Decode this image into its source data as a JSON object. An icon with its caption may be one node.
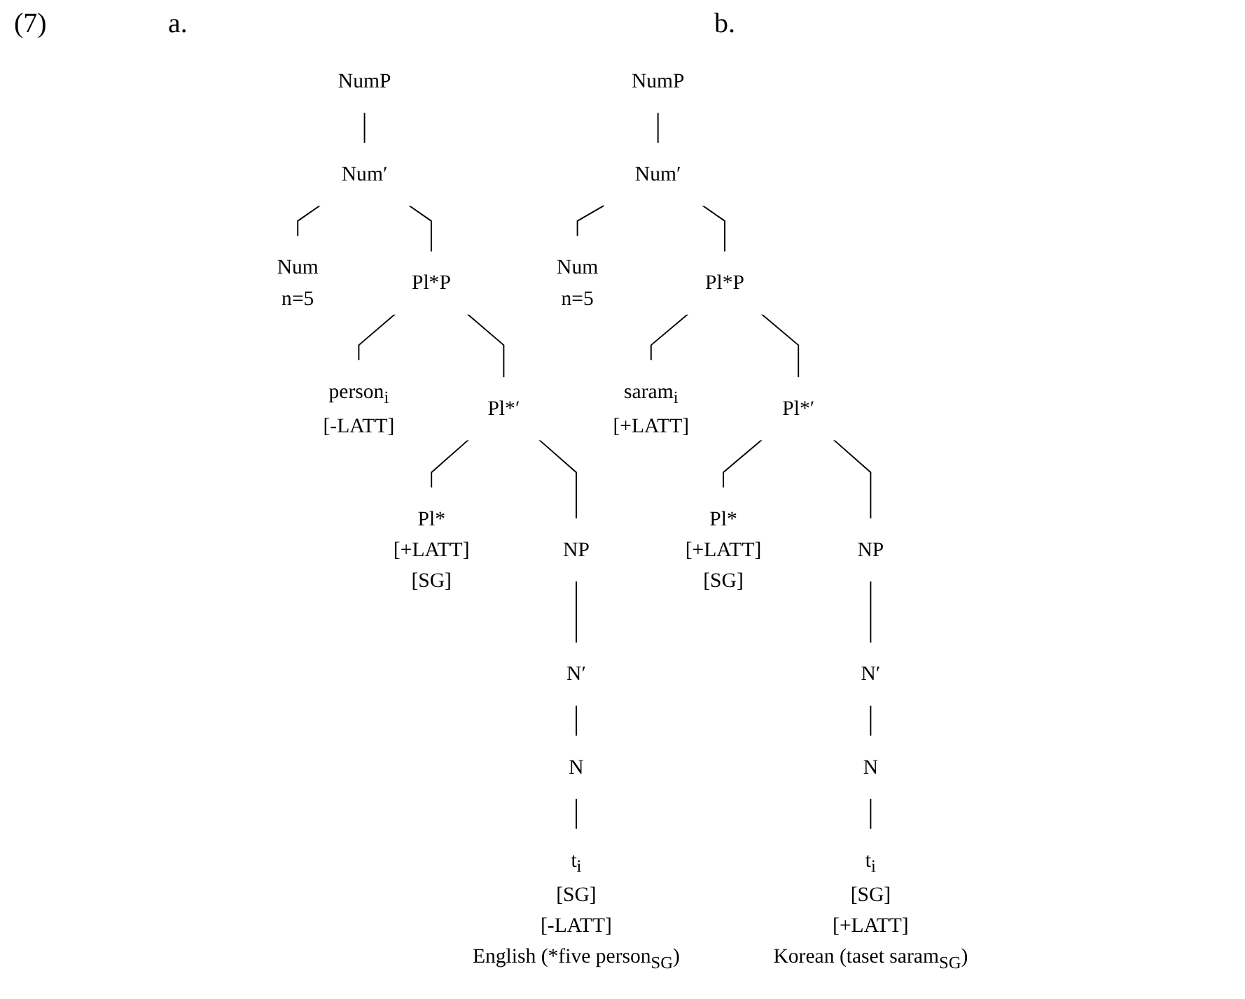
{
  "diagram": {
    "nodes": [
      {
        "text": [
          "NumP"
        ]
      },
      {
        "text": [
          "Num′"
        ]
      },
      {
        "text": [
          "Num",
          "n=5"
        ]
      },
      {
        "text": [
          "Pl*P"
        ]
      },
      {
        "text": [
          "person$_{i}$",
          "[-LATT]"
        ]
      },
      {
        "text": [
          "Pl*′"
        ]
      },
      {
        "text": [
          "Pl*",
          "[+LATT]",
          "[SG]"
        ]
      },
      {
        "text": [
          "NP"
        ]
      },
      {
        "text": [
          "N′"
        ]
      },
      {
        "text": [
          "N"
        ]
      },
      {
        "text": [
          "t$_{i}$",
          "[SG]",
          "[-LATT]",
          "English (*five person$_{SG}$)"
        ]
      },
      {
        "text": [
          "NumP"
        ]
      },
      {
        "text": [
          "Num′"
        ]
      },
      {
        "text": [
          "Num",
          "n=5"
        ]
      },
      {
        "text": [
          "Pl*P"
        ]
      },
      {
        "text": [
          "saram$_{i}$",
          "[+LATT]"
        ]
      },
      {
        "text": [
          "Pl*′"
        ]
      },
      {
        "text": [
          "Pl*",
          "[+LATT]",
          "[SG]"
        ]
      },
      {
        "text": [
          "NP"
        ]
      },
      {
        "text": [
          "N′"
        ]
      },
      {
        "text": [
          "N"
        ]
      },
      {
        "text": [
          "t$_{i}$",
          "[SG]",
          "[+LATT]",
          "Korean (taset saram$_{SG}$)"
        ]
      }
    ],
    "edges": [
      {
        "from": 0,
        "to": 1,
        "arrow": "none"
      },
      {
        "from": 1,
        "to": 2,
        "arrow": "none"
      },
      {
        "from": 1,
        "to": 3,
        "arrow": "none"
      },
      {
        "from": 3,
        "to": 4,
        "arrow": "none"
      },
      {
        "from": 3,
        "to": 5,
        "arrow": "none"
      },
      {
        "from": 5,
        "to": 6,
        "arrow": "none"
      },
      {
        "from": 5,
        "to": 7,
        "arrow": "none"
      },
      {
        "from": 7,
        "to": 8,
        "arrow": "none"
      },
      {
        "from": 8,
        "to": 9,
        "arrow": "none"
      },
      {
        "from": 9,
        "to": 10,
        "arrow": "none"
      },
      {
        "from": 11,
        "to": 12,
        "arrow": "none"
      },
      {
        "from": 12,
        "to": 13,
        "arrow": "none"
      },
      {
        "from": 12,
        "to": 14,
        "arrow": "none"
      },
      {
        "from": 14,
        "to": 15,
        "arrow": "none"
      },
      {
        "from": 14,
        "to": 16,
        "arrow": "none"
      },
      {
        "from": 16,
        "to": 17,
        "arrow": "none"
      },
      {
        "from": 16,
        "to": 18,
        "arrow": "none"
      },
      {
        "from": 18,
        "to": 19,
        "arrow": "none"
      },
      {
        "from": 19,
        "to": 20,
        "arrow": "none"
      },
      {
        "from": 20,
        "to": 21,
        "arrow": "none"
      }
    ],
    "labels": [
      "(7)",
      "a.",
      "b."
    ]
  }
}
